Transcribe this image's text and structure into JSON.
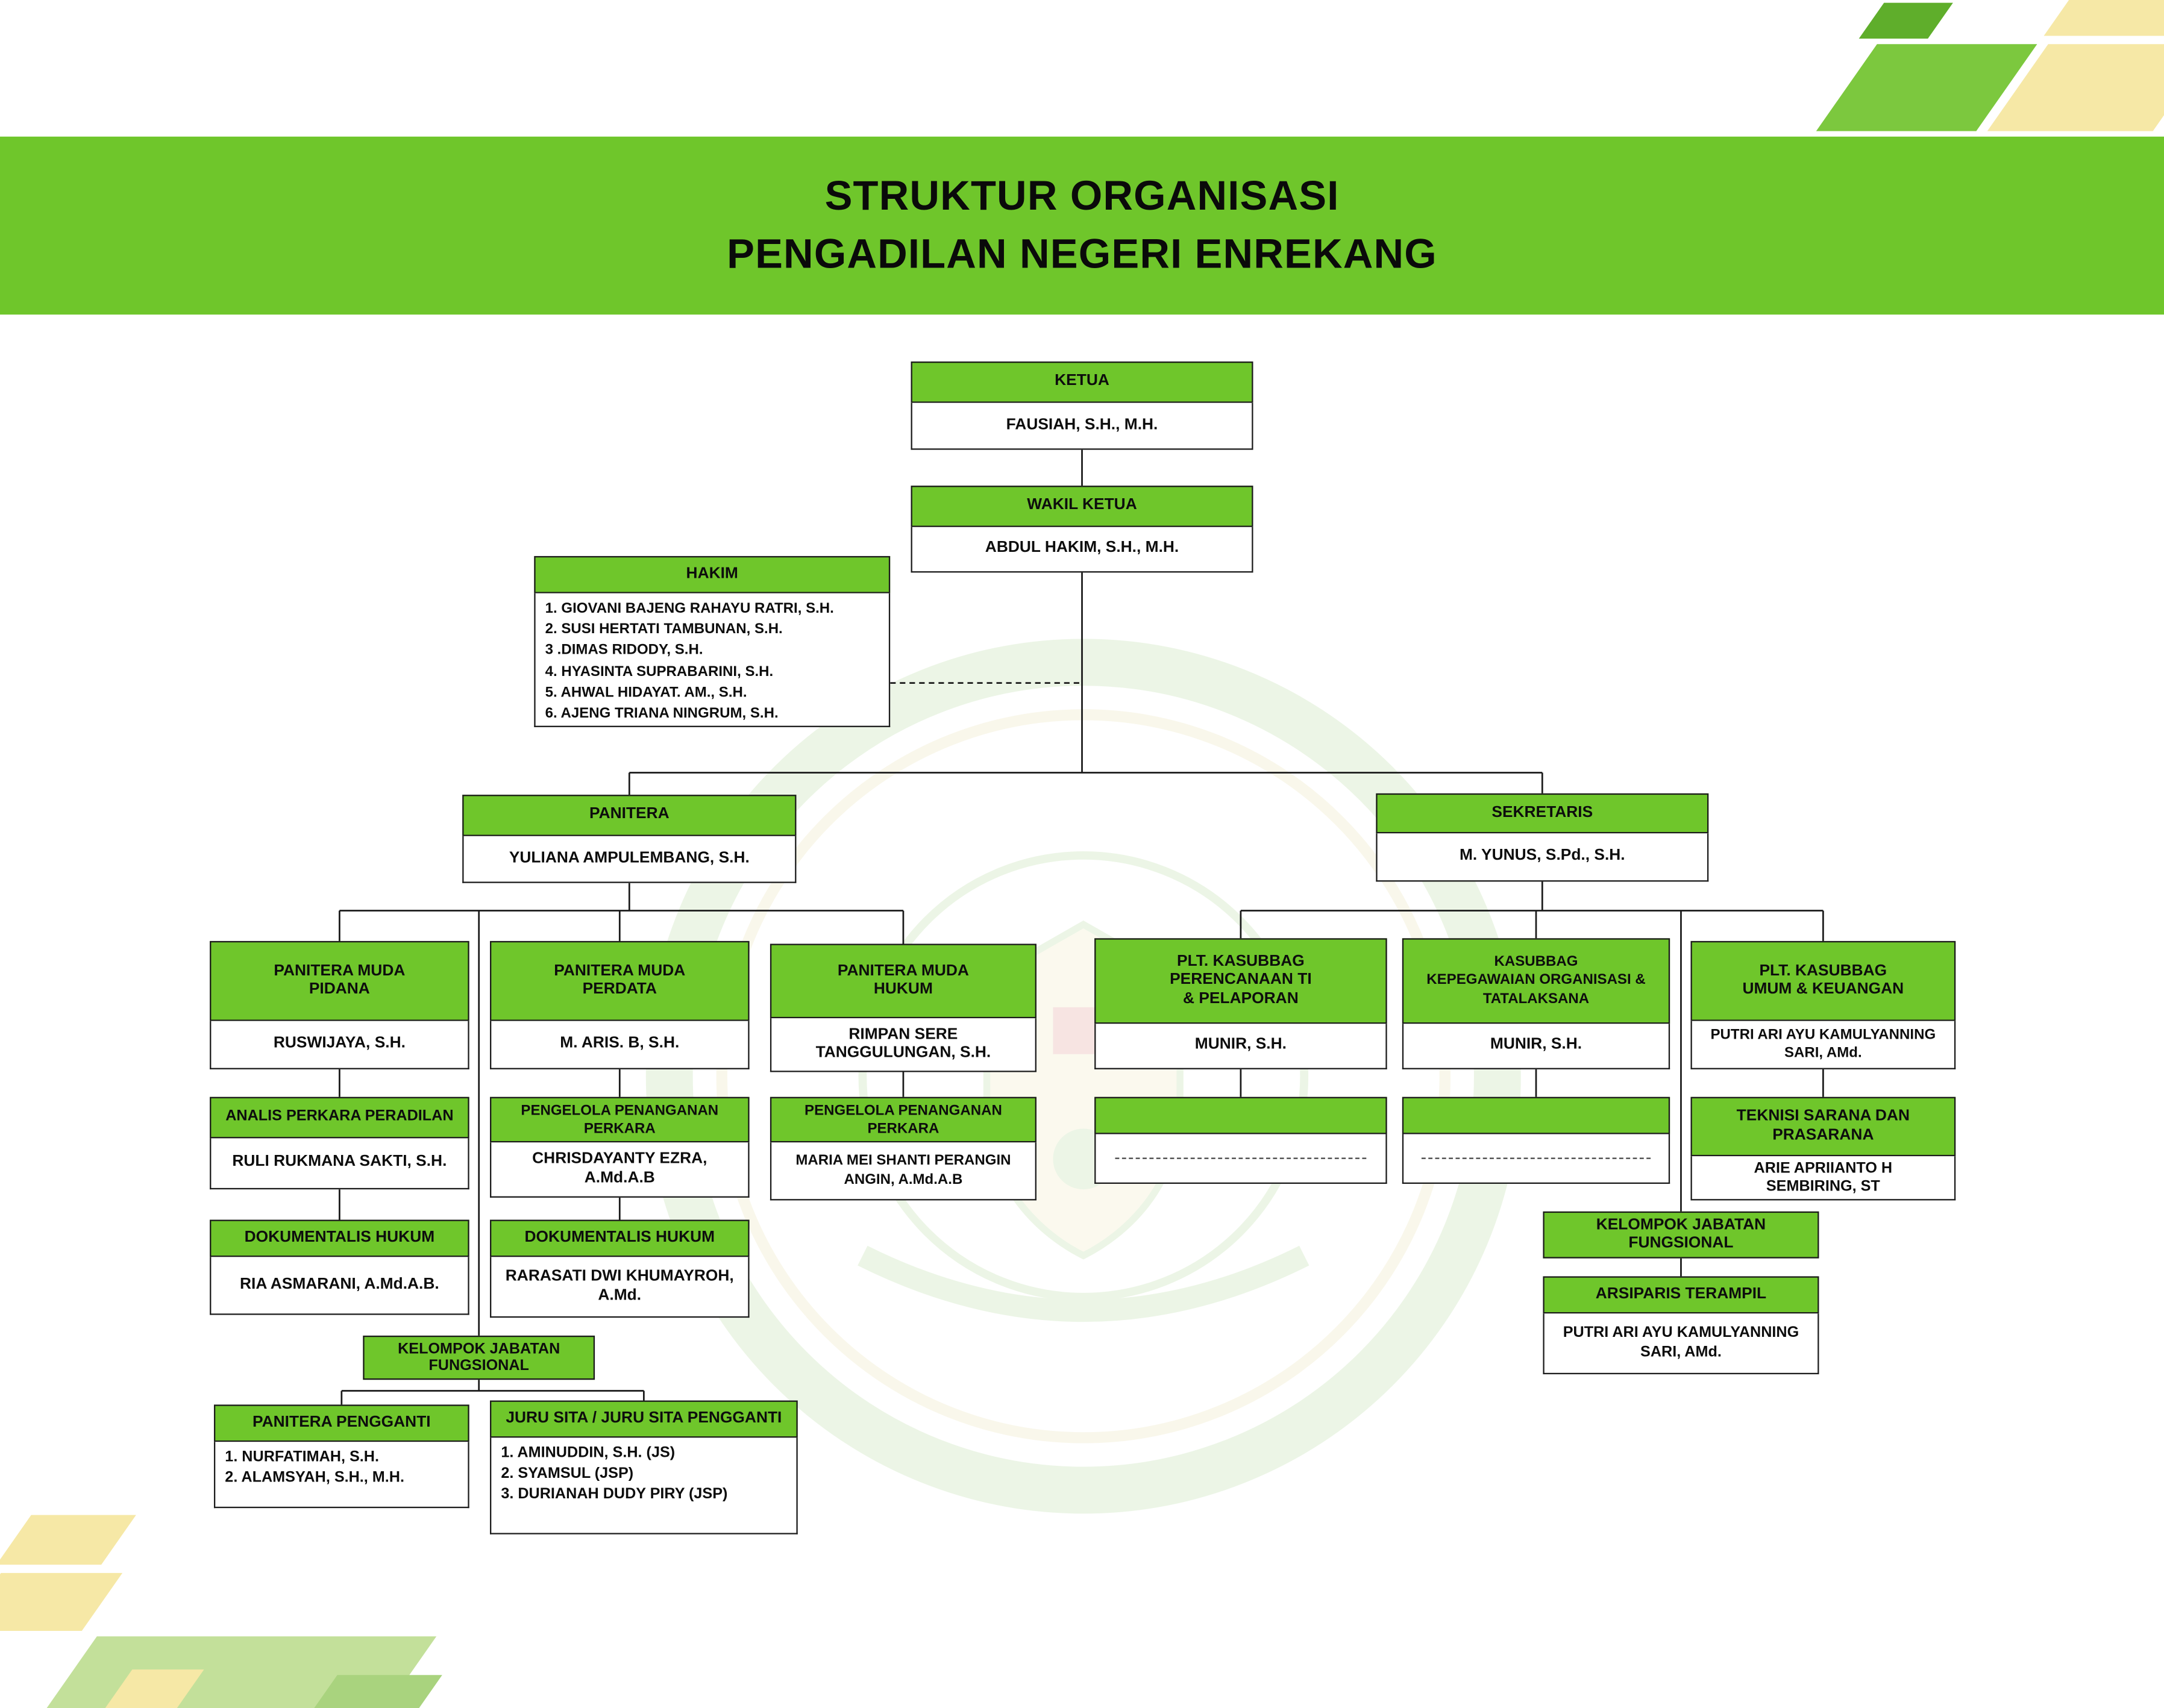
{
  "title": {
    "line1": "STRUKTUR ORGANISASI",
    "line2": "PENGADILAN NEGERI ENREKANG"
  },
  "colors": {
    "banner_green": "#6FC62B",
    "box_green": "#6FC62B",
    "deco_pale_yellow": "#F6E8A6",
    "deco_green": "#7CC83E",
    "deco_pale_green": "#C3E09A",
    "border_black": "#1c1c1c"
  },
  "org": {
    "ketua": {
      "title": "KETUA",
      "name": "FAUSIAH, S.H., M.H."
    },
    "wakil_ketua": {
      "title": "WAKIL KETUA",
      "name": "ABDUL HAKIM, S.H., M.H."
    },
    "hakim": {
      "title": "HAKIM",
      "members": [
        "1. GIOVANI BAJENG RAHAYU RATRI, S.H.",
        "2. SUSI HERTATI TAMBUNAN, S.H.",
        "3 .DIMAS RIDODY, S.H.",
        "4. HYASINTA SUPRABARINI, S.H.",
        "5. AHWAL HIDAYAT. AM., S.H.",
        "6. AJENG TRIANA NINGRUM, S.H."
      ]
    },
    "panitera": {
      "title": "PANITERA",
      "name": "YULIANA AMPULEMBANG, S.H."
    },
    "sekretaris": {
      "title": "SEKRETARIS",
      "name": "M. YUNUS, S.Pd., S.H."
    },
    "panmud_pidana": {
      "title": "PANITERA MUDA\nPIDANA",
      "name": "RUSWIJAYA, S.H."
    },
    "panmud_perdata": {
      "title": "PANITERA MUDA\nPERDATA",
      "name": "M. ARIS. B, S.H."
    },
    "panmud_hukum": {
      "title": "PANITERA MUDA\nHUKUM",
      "name": "RIMPAN SERE\nTANGGULUNGAN, S.H."
    },
    "kasubbag_perencanaan": {
      "title": "PLT. KASUBBAG\nPERENCANAAN TI\n& PELAPORAN",
      "name": "MUNIR, S.H."
    },
    "kasubbag_kepegawaian": {
      "title": "KASUBBAG\nKEPEGAWAIAN ORGANISASI &\nTATALAKSANA",
      "name": "MUNIR, S.H."
    },
    "kasubbag_umum": {
      "title": "PLT. KASUBBAG\nUMUM & KEUANGAN",
      "name": "PUTRI ARI AYU KAMULYANNING\nSARI, AMd."
    },
    "analis": {
      "title": "ANALIS PERKARA PERADILAN",
      "name": "RULI RUKMANA SAKTI, S.H."
    },
    "pengelola_perdata": {
      "title": "PENGELOLA PENANGANAN\nPERKARA",
      "name": "CHRISDAYANTY EZRA,\nA.Md.A.B"
    },
    "pengelola_hukum": {
      "title": "PENGELOLA PENANGANAN\nPERKARA",
      "name": "MARIA MEI SHANTI PERANGIN\nANGIN, A.Md.A.B"
    },
    "teknisi": {
      "title": "TEKNISI SARANA DAN\nPRASARANA",
      "name": "ARIE  APRIIANTO H\nSEMBIRING, ST"
    },
    "dokumentalis_pidana": {
      "title": "DOKUMENTALIS HUKUM",
      "name": "RIA ASMARANI, A.Md.A.B."
    },
    "dokumentalis_perdata": {
      "title": "DOKUMENTALIS HUKUM",
      "name": "RARASATI DWI KHUMAYROH,\nA.Md."
    },
    "kjf_right": {
      "title": "KELOMPOK JABATAN\nFUNGSIONAL"
    },
    "arsiparis": {
      "title": "ARSIPARIS TERAMPIL",
      "name": "PUTRI ARI AYU KAMULYANNING\nSARI, AMd."
    },
    "kjf_left": {
      "title": "KELOMPOK JABATAN\nFUNGSIONAL"
    },
    "panitera_pengganti": {
      "title": "PANITERA PENGGANTI",
      "members": [
        "1. NURFATIMAH, S.H.",
        "2. ALAMSYAH, S.H., M.H."
      ]
    },
    "juru_sita": {
      "title": "JURU SITA / JURU SITA PENGGANTI",
      "members": [
        "1. AMINUDDIN, S.H. (JS)",
        "2. SYAMSUL (JSP)",
        "3. DURIANAH DUDY PIRY (JSP)"
      ]
    }
  }
}
